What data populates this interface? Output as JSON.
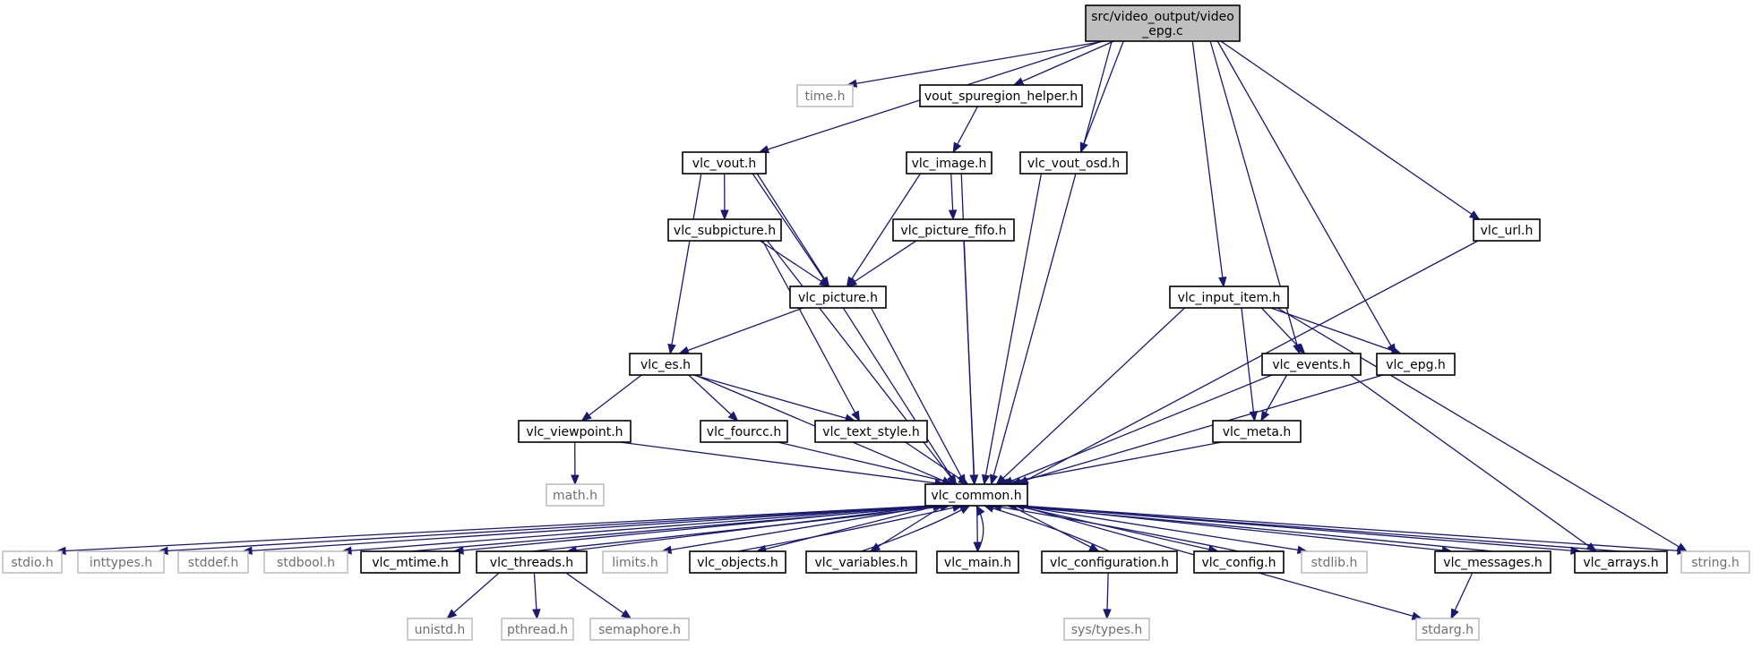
{
  "title_lines": [
    "src/video_output/video",
    "_epg.c"
  ],
  "colors": {
    "edge": "#191970",
    "node_border": "#000000",
    "system_border": "#bfbfbf",
    "root_fill": "#bfbfbf"
  },
  "nodes": [
    {
      "id": "root",
      "label": "src/video_output/video",
      "label2": "_epg.c",
      "kind": "root"
    },
    {
      "id": "time",
      "label": "time.h",
      "kind": "system"
    },
    {
      "id": "vout_spu",
      "label": "vout_spuregion_helper.h",
      "kind": "project"
    },
    {
      "id": "vlc_vout",
      "label": "vlc_vout.h",
      "kind": "project"
    },
    {
      "id": "vlc_image",
      "label": "vlc_image.h",
      "kind": "project"
    },
    {
      "id": "vlc_vout_osd",
      "label": "vlc_vout_osd.h",
      "kind": "project"
    },
    {
      "id": "vlc_url",
      "label": "vlc_url.h",
      "kind": "project"
    },
    {
      "id": "vlc_subpicture",
      "label": "vlc_subpicture.h",
      "kind": "project"
    },
    {
      "id": "vlc_picture_fifo",
      "label": "vlc_picture_fifo.h",
      "kind": "project"
    },
    {
      "id": "vlc_picture",
      "label": "vlc_picture.h",
      "kind": "project"
    },
    {
      "id": "vlc_input_item",
      "label": "vlc_input_item.h",
      "kind": "project"
    },
    {
      "id": "vlc_es",
      "label": "vlc_es.h",
      "kind": "project"
    },
    {
      "id": "vlc_events",
      "label": "vlc_events.h",
      "kind": "project"
    },
    {
      "id": "vlc_epg",
      "label": "vlc_epg.h",
      "kind": "project"
    },
    {
      "id": "vlc_viewpoint",
      "label": "vlc_viewpoint.h",
      "kind": "project"
    },
    {
      "id": "vlc_fourcc",
      "label": "vlc_fourcc.h",
      "kind": "project"
    },
    {
      "id": "vlc_text_style",
      "label": "vlc_text_style.h",
      "kind": "project"
    },
    {
      "id": "vlc_meta",
      "label": "vlc_meta.h",
      "kind": "project"
    },
    {
      "id": "math",
      "label": "math.h",
      "kind": "system"
    },
    {
      "id": "vlc_common",
      "label": "vlc_common.h",
      "kind": "project"
    },
    {
      "id": "stdio",
      "label": "stdio.h",
      "kind": "system"
    },
    {
      "id": "inttypes",
      "label": "inttypes.h",
      "kind": "system"
    },
    {
      "id": "stddef",
      "label": "stddef.h",
      "kind": "system"
    },
    {
      "id": "stdbool",
      "label": "stdbool.h",
      "kind": "system"
    },
    {
      "id": "vlc_mtime",
      "label": "vlc_mtime.h",
      "kind": "project"
    },
    {
      "id": "vlc_threads",
      "label": "vlc_threads.h",
      "kind": "project"
    },
    {
      "id": "limits",
      "label": "limits.h",
      "kind": "system"
    },
    {
      "id": "vlc_objects",
      "label": "vlc_objects.h",
      "kind": "project"
    },
    {
      "id": "vlc_variables",
      "label": "vlc_variables.h",
      "kind": "project"
    },
    {
      "id": "vlc_main",
      "label": "vlc_main.h",
      "kind": "project"
    },
    {
      "id": "vlc_configuration",
      "label": "vlc_configuration.h",
      "kind": "project"
    },
    {
      "id": "vlc_config",
      "label": "vlc_config.h",
      "kind": "project"
    },
    {
      "id": "stdlib",
      "label": "stdlib.h",
      "kind": "system"
    },
    {
      "id": "vlc_messages",
      "label": "vlc_messages.h",
      "kind": "project"
    },
    {
      "id": "vlc_arrays",
      "label": "vlc_arrays.h",
      "kind": "project"
    },
    {
      "id": "string",
      "label": "string.h",
      "kind": "system"
    },
    {
      "id": "unistd",
      "label": "unistd.h",
      "kind": "system"
    },
    {
      "id": "pthread",
      "label": "pthread.h",
      "kind": "system"
    },
    {
      "id": "semaphore",
      "label": "semaphore.h",
      "kind": "system"
    },
    {
      "id": "sys_types",
      "label": "sys/types.h",
      "kind": "system"
    },
    {
      "id": "stdarg",
      "label": "stdarg.h",
      "kind": "system"
    }
  ],
  "edges": [
    [
      "root",
      "time"
    ],
    [
      "root",
      "vout_spu"
    ],
    [
      "root",
      "vlc_vout"
    ],
    [
      "root",
      "vlc_vout_osd"
    ],
    [
      "root",
      "vlc_url"
    ],
    [
      "root",
      "vlc_common"
    ],
    [
      "root",
      "vlc_input_item"
    ],
    [
      "root",
      "vlc_events"
    ],
    [
      "root",
      "vlc_epg"
    ],
    [
      "vout_spu",
      "vlc_image"
    ],
    [
      "vlc_vout",
      "vlc_subpicture"
    ],
    [
      "vlc_vout",
      "vlc_picture"
    ],
    [
      "vlc_vout",
      "vlc_es"
    ],
    [
      "vlc_vout",
      "vlc_common"
    ],
    [
      "vlc_image",
      "vlc_picture_fifo"
    ],
    [
      "vlc_image",
      "vlc_picture"
    ],
    [
      "vlc_image",
      "vlc_common"
    ],
    [
      "vlc_vout_osd",
      "vlc_common"
    ],
    [
      "vlc_url",
      "vlc_common"
    ],
    [
      "vlc_subpicture",
      "vlc_picture"
    ],
    [
      "vlc_subpicture",
      "vlc_text_style"
    ],
    [
      "vlc_subpicture",
      "vlc_common"
    ],
    [
      "vlc_picture_fifo",
      "vlc_picture"
    ],
    [
      "vlc_picture_fifo",
      "vlc_common"
    ],
    [
      "vlc_picture",
      "vlc_es"
    ],
    [
      "vlc_picture",
      "vlc_common"
    ],
    [
      "vlc_input_item",
      "vlc_events"
    ],
    [
      "vlc_input_item",
      "vlc_epg"
    ],
    [
      "vlc_input_item",
      "vlc_meta"
    ],
    [
      "vlc_input_item",
      "string"
    ],
    [
      "vlc_input_item",
      "vlc_common"
    ],
    [
      "vlc_es",
      "vlc_viewpoint"
    ],
    [
      "vlc_es",
      "vlc_fourcc"
    ],
    [
      "vlc_es",
      "vlc_text_style"
    ],
    [
      "vlc_es",
      "vlc_common"
    ],
    [
      "vlc_events",
      "vlc_meta"
    ],
    [
      "vlc_events",
      "vlc_common"
    ],
    [
      "vlc_events",
      "vlc_arrays"
    ],
    [
      "vlc_epg",
      "vlc_common"
    ],
    [
      "vlc_viewpoint",
      "math"
    ],
    [
      "vlc_viewpoint",
      "vlc_common"
    ],
    [
      "vlc_fourcc",
      "vlc_common"
    ],
    [
      "vlc_text_style",
      "vlc_common"
    ],
    [
      "vlc_meta",
      "vlc_common"
    ],
    [
      "vlc_common",
      "stdio"
    ],
    [
      "vlc_common",
      "inttypes"
    ],
    [
      "vlc_common",
      "stddef"
    ],
    [
      "vlc_common",
      "stdbool"
    ],
    [
      "vlc_common",
      "vlc_mtime"
    ],
    [
      "vlc_common",
      "vlc_threads"
    ],
    [
      "vlc_common",
      "limits"
    ],
    [
      "vlc_common",
      "vlc_objects"
    ],
    [
      "vlc_common",
      "vlc_variables"
    ],
    [
      "vlc_common",
      "vlc_main"
    ],
    [
      "vlc_common",
      "vlc_configuration"
    ],
    [
      "vlc_common",
      "vlc_config"
    ],
    [
      "vlc_common",
      "stdlib"
    ],
    [
      "vlc_common",
      "vlc_messages"
    ],
    [
      "vlc_common",
      "vlc_arrays"
    ],
    [
      "vlc_common",
      "string"
    ],
    [
      "vlc_common",
      "stdarg"
    ],
    [
      "vlc_mtime",
      "vlc_common"
    ],
    [
      "vlc_threads",
      "vlc_common"
    ],
    [
      "vlc_objects",
      "vlc_common"
    ],
    [
      "vlc_variables",
      "vlc_common"
    ],
    [
      "vlc_main",
      "vlc_common"
    ],
    [
      "vlc_configuration",
      "vlc_common"
    ],
    [
      "vlc_config",
      "vlc_common"
    ],
    [
      "vlc_messages",
      "vlc_common"
    ],
    [
      "vlc_arrays",
      "vlc_common"
    ],
    [
      "vlc_threads",
      "unistd"
    ],
    [
      "vlc_threads",
      "pthread"
    ],
    [
      "vlc_threads",
      "semaphore"
    ],
    [
      "vlc_configuration",
      "sys_types"
    ],
    [
      "vlc_messages",
      "stdarg"
    ]
  ]
}
